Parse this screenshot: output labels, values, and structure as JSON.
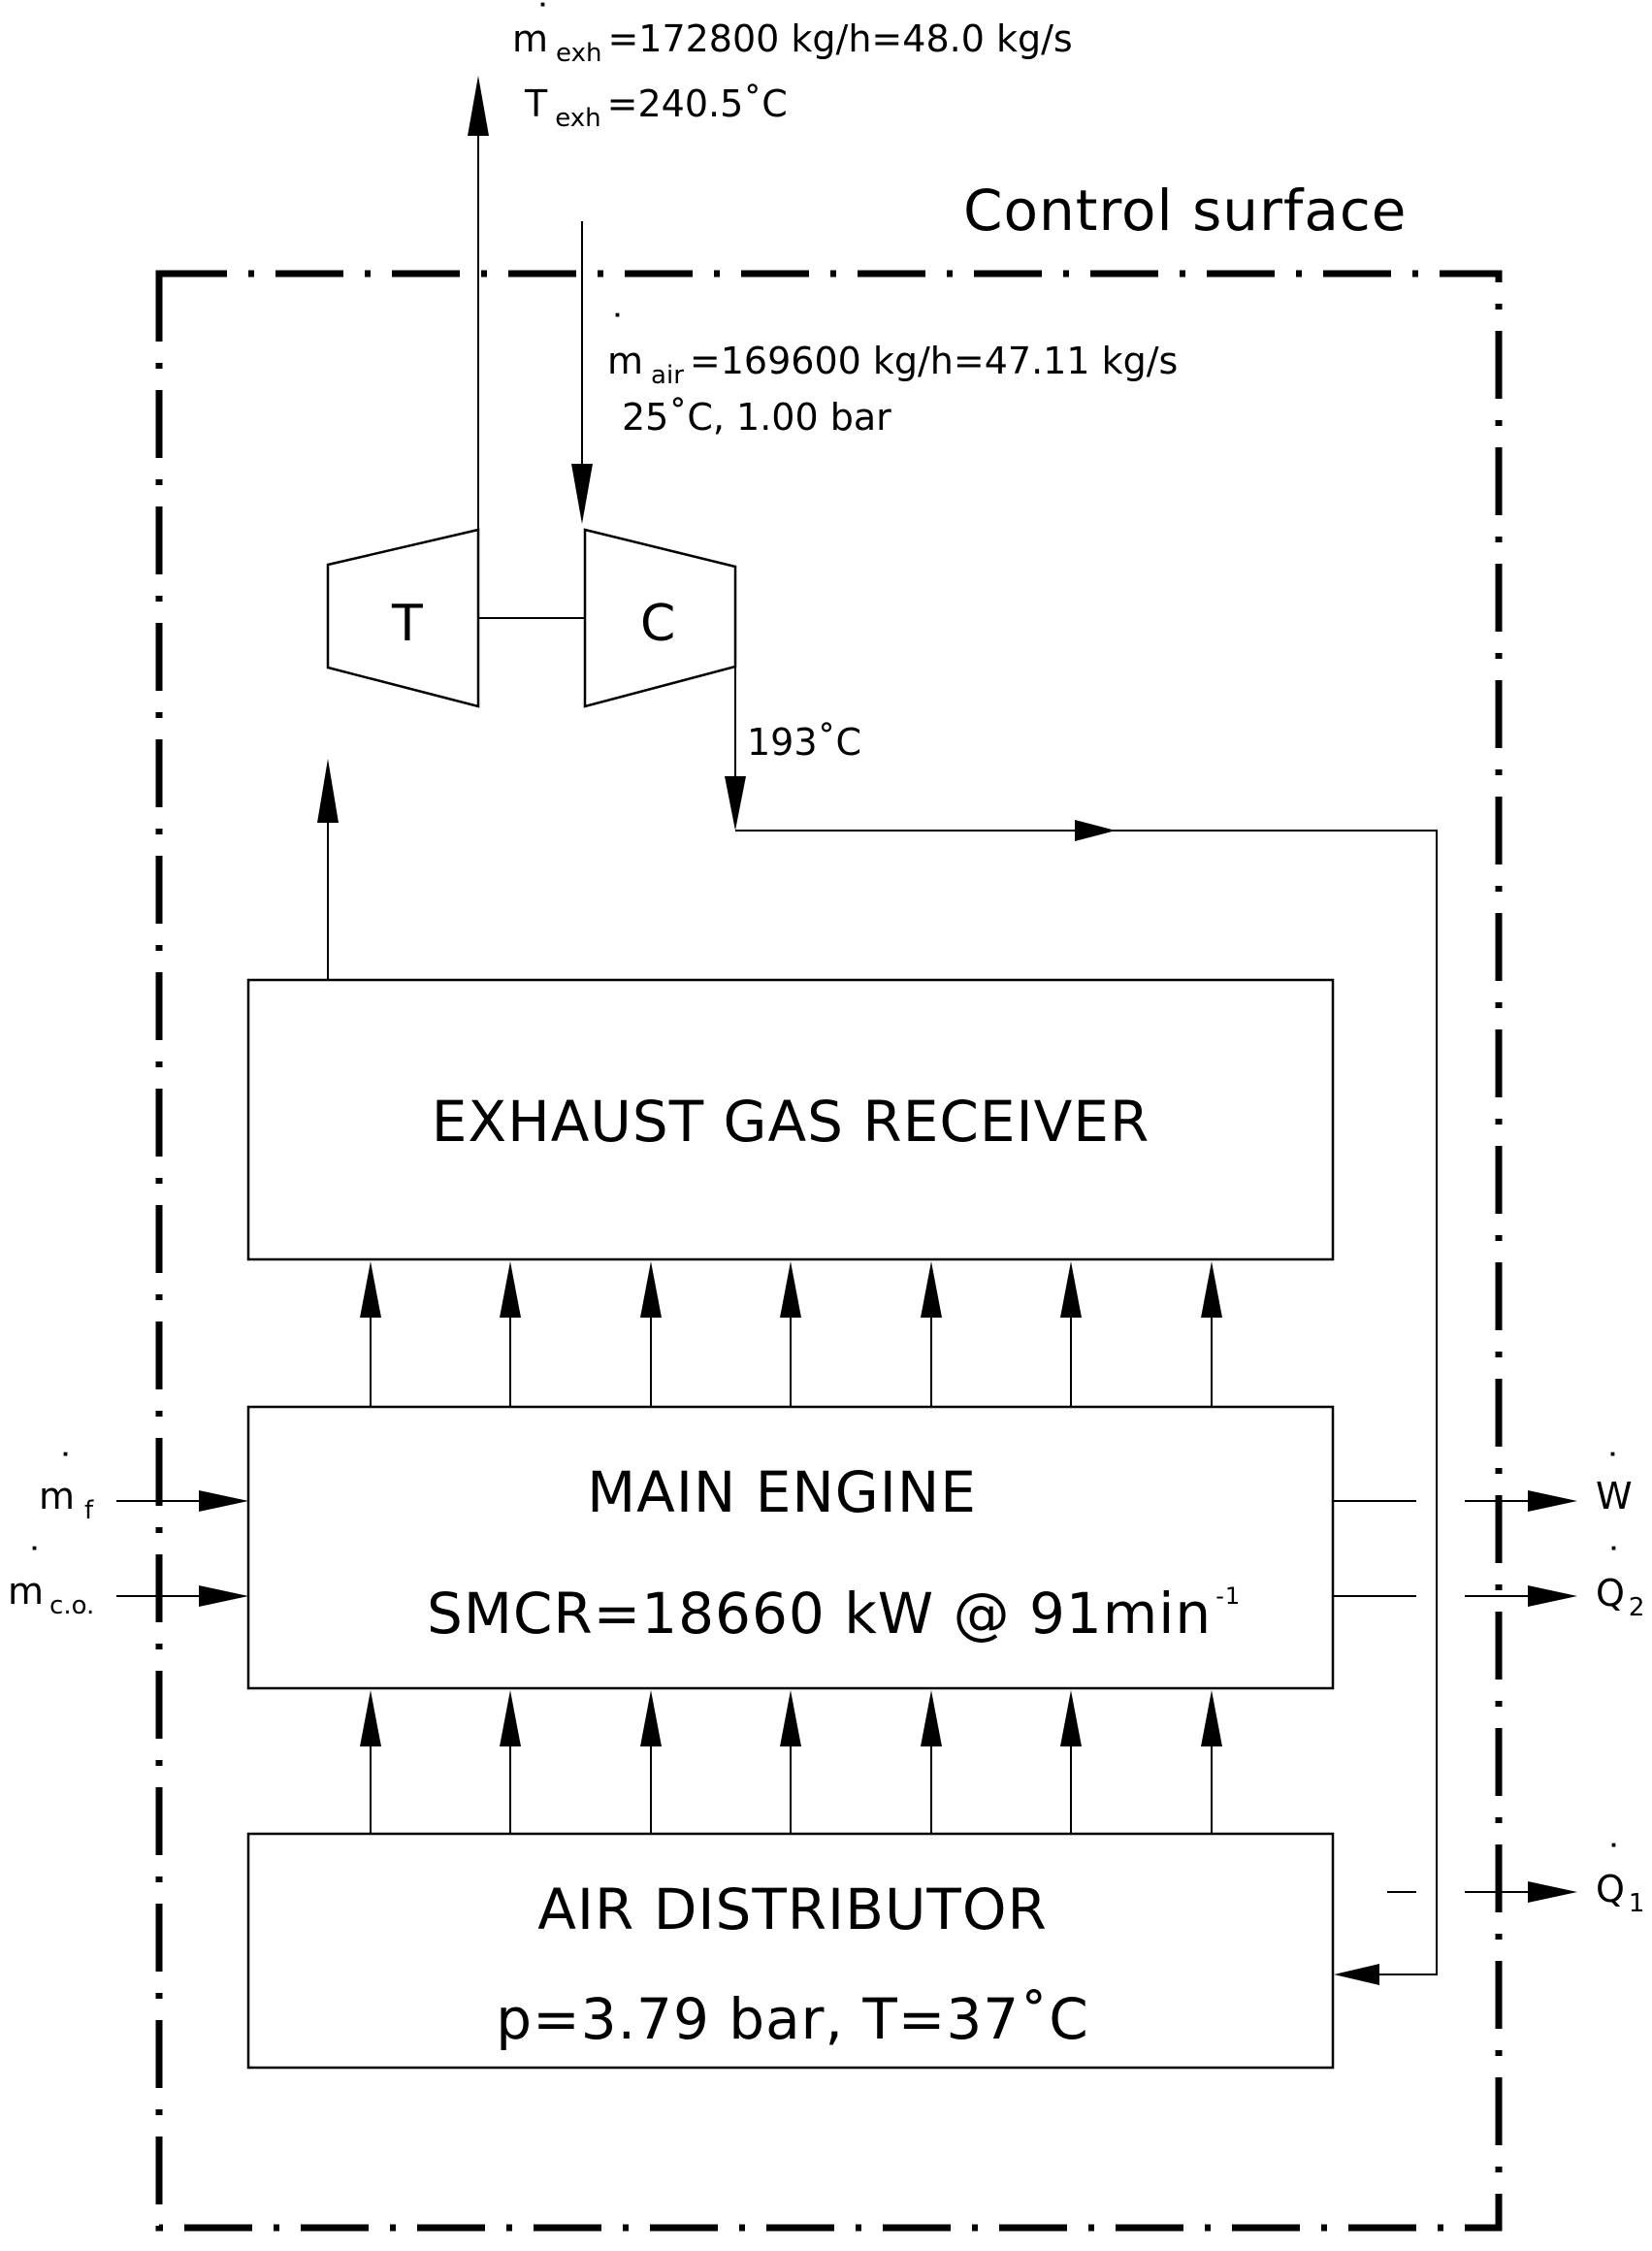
{
  "control_surface": {
    "label": "Control surface"
  },
  "exhaust": {
    "mass_symbol": "m",
    "mass_subscript": "exh",
    "mass_value": "=172800 kg/h=48.0 kg/s",
    "temp_symbol": "T",
    "temp_subscript": "exh",
    "temp_value": "=240.5˚C"
  },
  "air_inlet": {
    "mass_symbol": "m",
    "mass_subscript": "air",
    "mass_value": "=169600 kg/h=47.11 kg/s",
    "conditions": "25˚C, 1.00 bar"
  },
  "turbocharger": {
    "turbine_label": "T",
    "compressor_label": "C",
    "compressor_outlet_temp": "193˚C"
  },
  "exhaust_gas_receiver": {
    "label": "EXHAUST GAS RECEIVER"
  },
  "main_engine": {
    "label": "MAIN ENGINE",
    "rating_text": "SMCR=18660 kW @ 91min",
    "rating_superscript": "-1"
  },
  "air_distributor": {
    "label": "AIR DISTRIBUTOR",
    "conditions": "p=3.79 bar, T=37˚C"
  },
  "inputs": {
    "fuel_symbol": "m",
    "fuel_subscript": "f",
    "cooling_oil_symbol": "m",
    "cooling_oil_subscript": "c.o."
  },
  "outputs": {
    "work_symbol": "W",
    "heat2_symbol": "Q",
    "heat2_subscript": "2",
    "heat1_symbol": "Q",
    "heat1_subscript": "1"
  },
  "colors": {
    "line": "#000000",
    "background": "#ffffff"
  }
}
